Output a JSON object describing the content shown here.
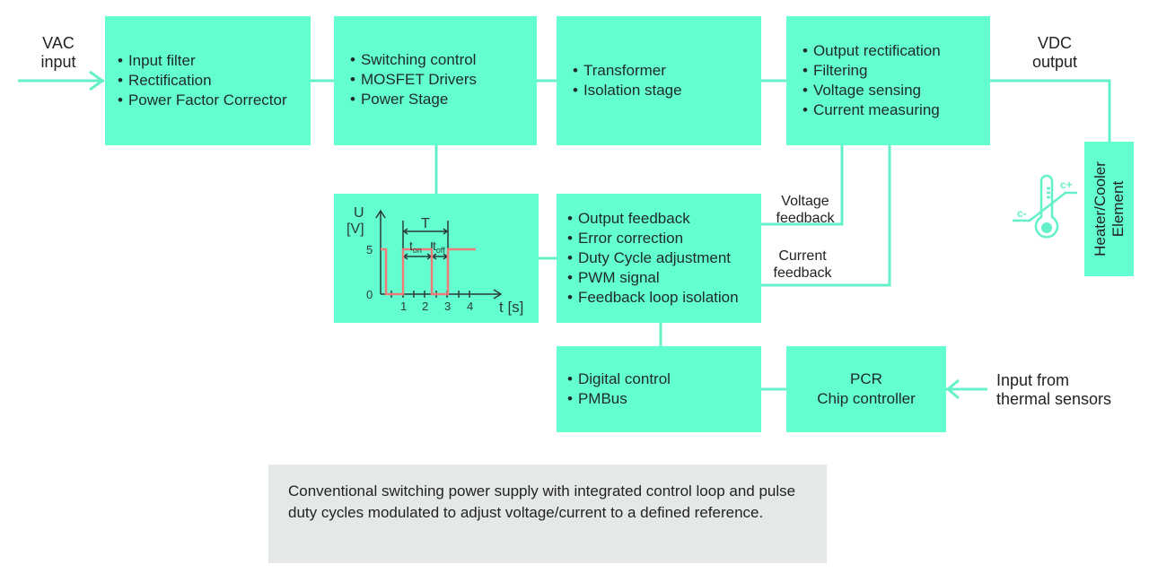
{
  "colors": {
    "block": "#64ffd0",
    "wire": "#64f0c8",
    "pulse": "#ef7a7a",
    "caption_bg": "#e5e9e6"
  },
  "input_label": {
    "line1": "VAC",
    "line2": "input"
  },
  "output_label": {
    "line1": "VDC",
    "line2": "output"
  },
  "blocks": {
    "input_stage": [
      "Input filter",
      "Rectification",
      "Power Factor Corrector"
    ],
    "switching": [
      "Switching control",
      "MOSFET Drivers",
      "Power Stage"
    ],
    "transformer": [
      "Transformer",
      "Isolation stage"
    ],
    "output_stage": [
      "Output rectification",
      "Filtering",
      "Voltage sensing",
      "Current measuring"
    ],
    "feedback": [
      "Output feedback",
      "Error correction",
      "Duty Cycle adjustment",
      "PWM signal",
      "Feedback loop isolation"
    ],
    "digital": [
      "Digital control",
      "PMBus"
    ],
    "pcr": {
      "line1": "PCR",
      "line2": "Chip controller"
    }
  },
  "feedback_labels": {
    "voltage": {
      "line1": "Voltage",
      "line2": "feedback"
    },
    "current": {
      "line1": "Current",
      "line2": "feedback"
    }
  },
  "heater": {
    "line1": "Heater/Cooler",
    "line2": "Element"
  },
  "thermo_icon": {
    "name": "thermometer-icon",
    "minus": "c-",
    "plus": "c+"
  },
  "thermal_input": {
    "line1": "Input from",
    "line2": "thermal sensors"
  },
  "pwm_graph": {
    "y_label_1": "U",
    "y_label_2": "[V]",
    "x_label": "t [s]",
    "period_label": "T",
    "ton_label": "t",
    "ton_sub": "on",
    "toff_label": "t",
    "toff_sub": "off",
    "y_ticks": [
      "5",
      "0"
    ],
    "x_ticks": [
      "1",
      "2",
      "3",
      "4"
    ]
  },
  "caption": "Conventional switching power supply with integrated control loop and pulse duty cycles modulated to adjust voltage/current to a defined reference."
}
